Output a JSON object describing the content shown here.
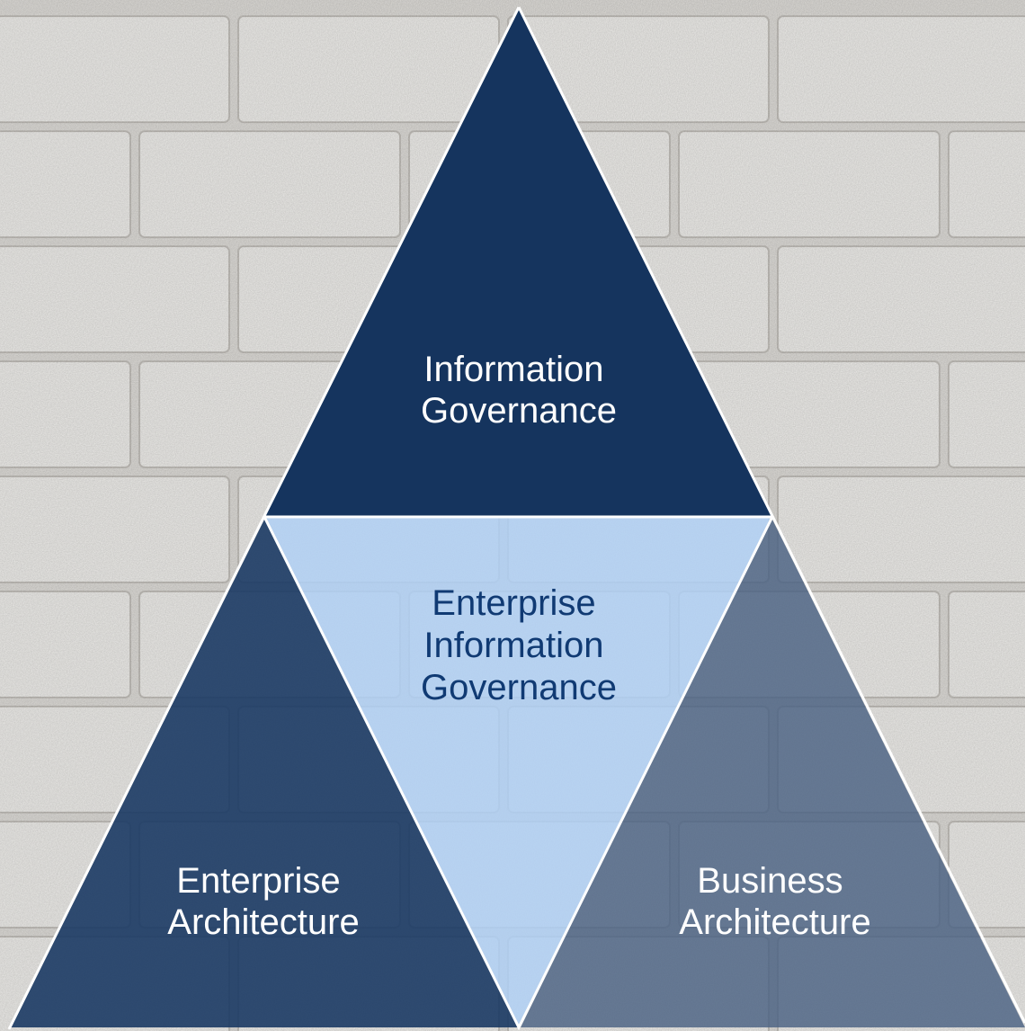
{
  "colors": {
    "wall_base": "#dcdad6",
    "brick_face": "#ecebe8",
    "mortar": "#c2bfba",
    "top_triangle": "#15345e",
    "left_triangle": "#1b3a64",
    "right_triangle": "#4b6182",
    "center_triangle": "#b0d0f5",
    "divider": "#ffffff",
    "light_text": "#ffffff",
    "dark_text": "#103a73"
  },
  "triangles": {
    "top": {
      "label_lines": [
        "Information",
        "Governance"
      ]
    },
    "center": {
      "label_lines": [
        "Enterprise",
        "Information",
        "Governance"
      ]
    },
    "left": {
      "label_lines": [
        "Enterprise",
        "Architecture"
      ]
    },
    "right": {
      "label_lines": [
        "Business",
        "Architecture"
      ]
    }
  }
}
